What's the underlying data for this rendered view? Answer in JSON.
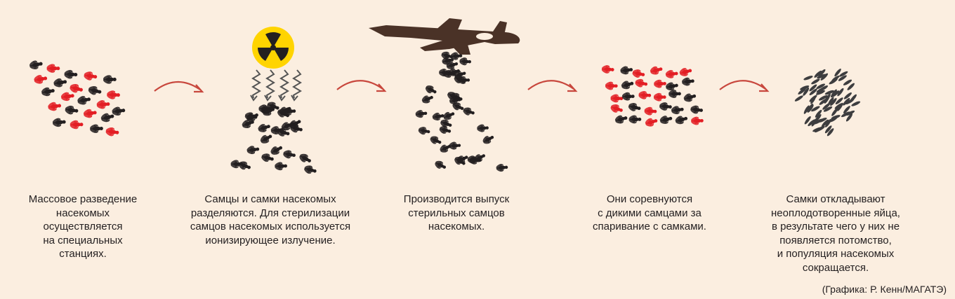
{
  "steps": [
    {
      "caption": "Массовое разведение\nнасекомых\nосуществляется\nна специальных\nстанциях."
    },
    {
      "caption": "Самцы и самки насекомых\nразделяются. Для стерилизации\nсамцов насекомых используется\nионизирующее излучение."
    },
    {
      "caption": "Производится выпуск\nстерильных самцов\nнасекомых."
    },
    {
      "caption": "Они соревнуются\nс дикими самцами за\nспаривание с самками."
    },
    {
      "caption": "Самки откладывают\nнеоплодотворенные яйца,\nв результате чего у них не\nпоявляется потомство,\nи популяция насекомых\nсокращается."
    }
  ],
  "credit": "(Графика: Р. Кенн/МАГАТЭ)",
  "colors": {
    "background": "#fbeee0",
    "male_insect": "#231f20",
    "female_insect": "#e31e24",
    "arrow": "#c8473d",
    "plane": "#4a3227",
    "radiation_yellow": "#ffd400",
    "egg": "#3d3d3f",
    "text": "#231f20"
  },
  "icons": {
    "insect": "fly-icon",
    "radiation": "radiation-symbol-icon",
    "plane": "airplane-icon",
    "egg": "egg-icon",
    "arrow": "curved-arrow-icon"
  }
}
